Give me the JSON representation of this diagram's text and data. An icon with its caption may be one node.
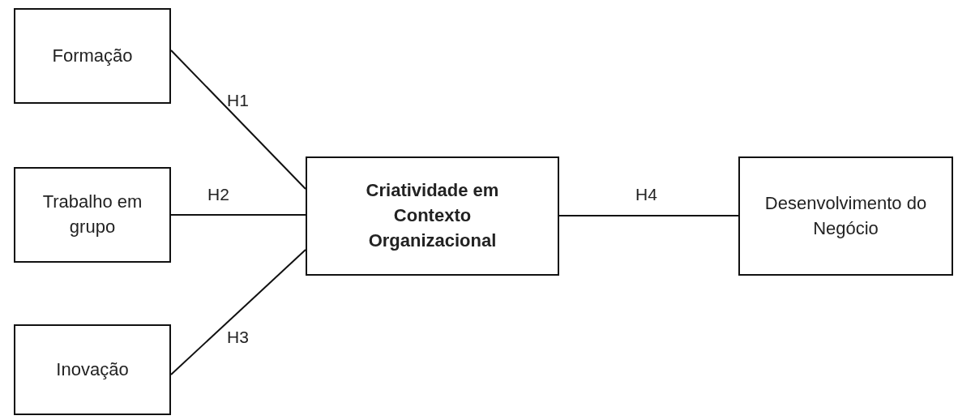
{
  "diagram": {
    "nodes": [
      {
        "text": [
          "Formação"
        ]
      },
      {
        "text": [
          "Trabalho em grupo"
        ]
      },
      {
        "text": [
          "Inovação"
        ]
      },
      {
        "text": [
          "Criatividade em Contexto Organizacional"
        ]
      },
      {
        "text": [
          "Desenvolvimento do Negócio"
        ]
      }
    ],
    "edges": [
      {
        "from": 0,
        "to": 3,
        "arrow": "none",
        "label": "H1"
      },
      {
        "from": 1,
        "to": 3,
        "arrow": "none",
        "label": "H2"
      },
      {
        "from": 2,
        "to": 3,
        "arrow": "none",
        "label": "H3"
      },
      {
        "from": 3,
        "to": 4,
        "arrow": "none",
        "label": "H4"
      }
    ]
  }
}
